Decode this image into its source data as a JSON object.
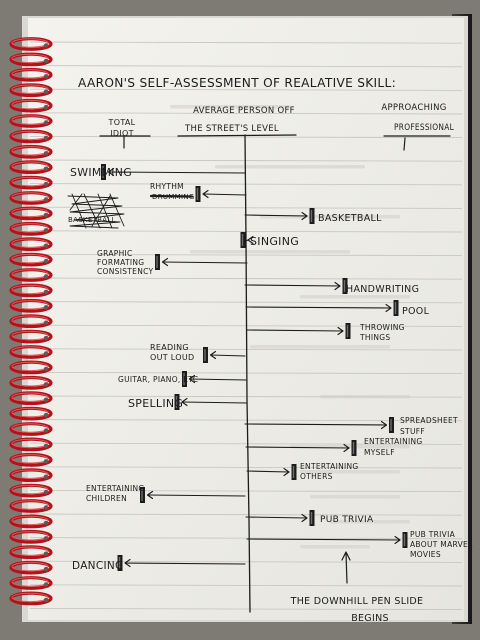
{
  "page": {
    "title": "AARON'S SELF-ASSESSMENT OF REALATIVE SKILL:",
    "scale": {
      "left": [
        "TOTAL",
        "IDIOT"
      ],
      "middle": [
        "AVERAGE PERSON OFF",
        "THE STREET'S LEVEL"
      ],
      "right": [
        "APPROACHING",
        "PROFESSIONAL"
      ]
    },
    "skills": [
      {
        "label": [
          "SWIMMING"
        ],
        "level": -0.95
      },
      {
        "label": [
          "RHYTHM"
        ],
        "crossed_label": "DRUMMING",
        "level": -0.32
      },
      {
        "label": [],
        "crossed_label": "BASKETBALL",
        "scribbled_out": true,
        "level": -1.0
      },
      {
        "label": [
          "BASKETBALL"
        ],
        "level": 0.44
      },
      {
        "label": [
          "SINGING"
        ],
        "level": -0.02
      },
      {
        "label": [
          "GRAPHIC",
          "FORMATING",
          "CONSISTENCY"
        ],
        "level": -0.59
      },
      {
        "label": [
          "HANDWRITING"
        ],
        "level": 0.66
      },
      {
        "label": [
          "POOL"
        ],
        "level": 1.0
      },
      {
        "label": [
          "THROWING",
          "THINGS"
        ],
        "level": 0.68
      },
      {
        "label": [
          "READING",
          "OUT LOUD"
        ],
        "level": -0.27
      },
      {
        "label": [
          "GUITAR, PIANO, ETC"
        ],
        "level": -0.41
      },
      {
        "label": [
          "SPELLING"
        ],
        "level": -0.46
      },
      {
        "label": [
          "SPREADSHEET",
          "STUFF"
        ],
        "level": 0.97
      },
      {
        "label": [
          "ENTERTAINING",
          "MYSELF"
        ],
        "level": 0.72
      },
      {
        "label": [
          "ENTERTAINING",
          "OTHERS"
        ],
        "level": 0.32
      },
      {
        "label": [
          "ENTERTAINING",
          "CHILDREN"
        ],
        "level": -0.69
      },
      {
        "label": [
          "PUB TRIVIA"
        ],
        "level": 0.44
      },
      {
        "label": [
          "PUB TRIVIA",
          "ABOUT MARVEL",
          "MOVIES"
        ],
        "level": 1.06
      },
      {
        "label": [
          "DANCING"
        ],
        "level": -0.84
      }
    ],
    "annotation": [
      "THE DOWNHILL PEN SLIDE",
      "BEGINS"
    ]
  }
}
